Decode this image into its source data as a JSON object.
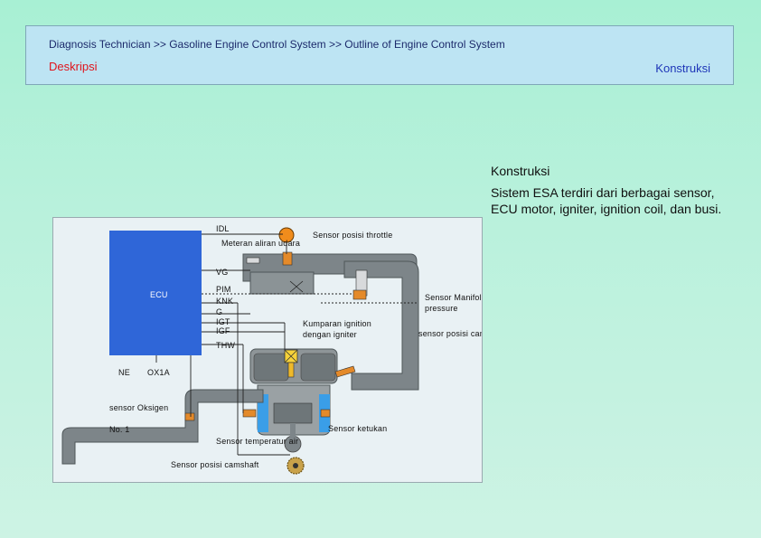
{
  "header": {
    "breadcrumb": "Diagnosis Technician >> Gasoline Engine Control System >> Outline of Engine Control System",
    "tab_left": "Deskripsi",
    "tab_right": "Konstruksi"
  },
  "description": {
    "title": "Konstruksi",
    "body": "Sistem ESA terdiri dari berbagai sensor, ECU motor, igniter, ignition coil, dan busi."
  },
  "diagram": {
    "labels": {
      "idl": "IDL",
      "meteran": "Meteran aliran udara",
      "throttle": "Sensor posisi throttle",
      "vg": "VG",
      "ecu": "ECU",
      "pim": "PIM",
      "knk": "KNK",
      "g": "G",
      "igt": "IGT",
      "igf": "IGF",
      "thw": "THW",
      "manifold": "Sensor Manifold pressure",
      "kumparan": "Kumparan ignition dengan igniter",
      "camshaft_right": "sensor posisi camshaft",
      "ne": "NE",
      "ox1a": "OX1A",
      "oksigen": "sensor Oksigen",
      "no1": "No. 1",
      "temp": "Sensor temperatur air",
      "ketukan": "Sensor ketukan",
      "camshaft_bottom": "Sensor posisi camshaft"
    }
  }
}
